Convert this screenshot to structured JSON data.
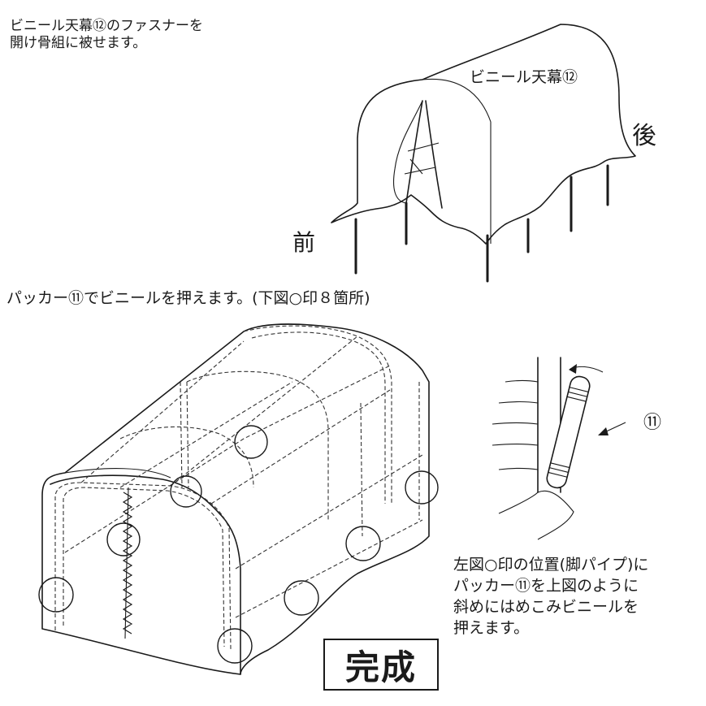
{
  "step1": {
    "line1": "ビニール天幕⑫のファスナーを",
    "line2": "開け骨組に被せます。"
  },
  "labels": {
    "vinyl_cover": "ビニール天幕⑫",
    "rear": "後",
    "front": "前",
    "packer": "⑪"
  },
  "step2": {
    "caption": "パッカー⑪でビニールを押えます。(下図○印８箇所)"
  },
  "note": {
    "line1": "左図○印の位置(脚パイプ)に",
    "line2": "パッカー⑪を上図のように",
    "line3": "斜めにはめこみビニールを",
    "line4": "押えます。"
  },
  "done": "完成"
}
